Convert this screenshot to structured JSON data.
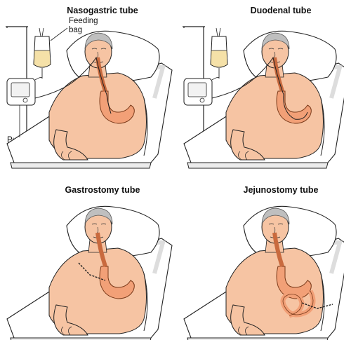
{
  "panels": [
    {
      "title": "Nasogastric tube"
    },
    {
      "title": "Duodenal tube"
    },
    {
      "title": "Gastrostomy tube"
    },
    {
      "title": "Jejunostomy tube"
    }
  ],
  "callouts": {
    "feeding_bag": [
      "Feeding",
      "bag"
    ],
    "pump": "Pump"
  },
  "colors": {
    "skin": "#f6c4a3",
    "organ": "#f2a077",
    "organ_edge": "#7a3a1a",
    "line": "#222222",
    "hair": "#bfbfbf",
    "bed_shadow": "#d9d9d9"
  }
}
